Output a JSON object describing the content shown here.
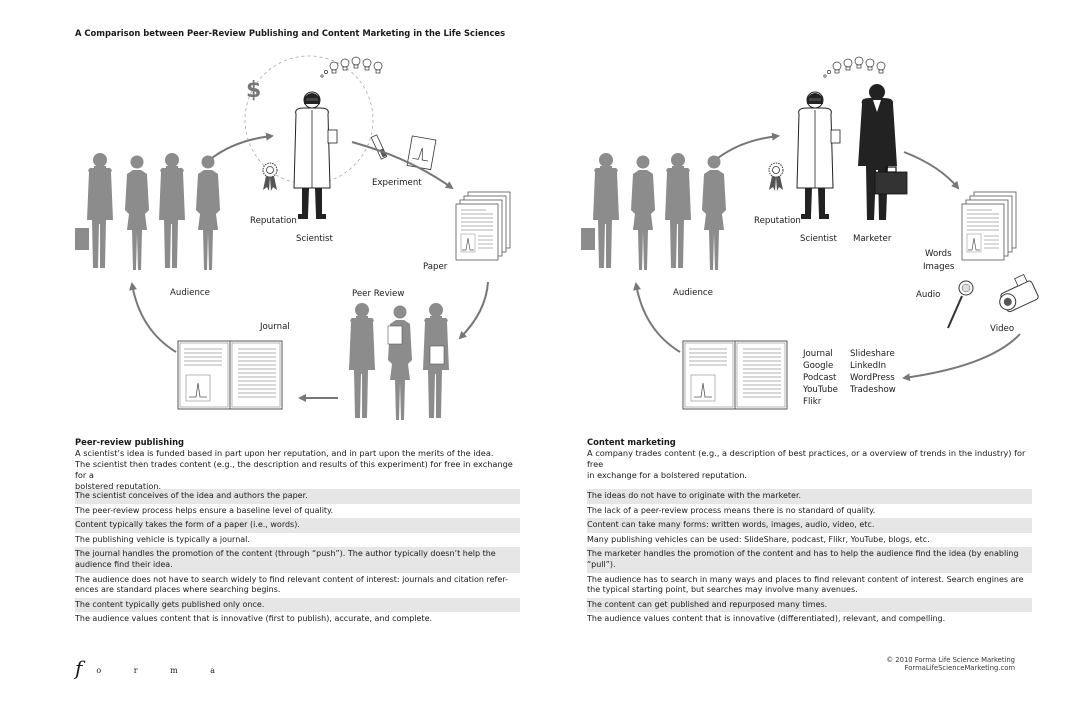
{
  "title": "A Comparison between Peer-Review Publishing and Content Marketing in the Life Sciences",
  "left_diagram": {
    "reputation": "Reputation",
    "scientist": "Scientist",
    "experiment": "Experiment",
    "paper": "Paper",
    "peer_review": "Peer Review",
    "journal": "Journal",
    "audience": "Audience",
    "dollar": "$"
  },
  "right_diagram": {
    "reputation": "Reputation",
    "scientist": "Scientist",
    "marketer": "Marketer",
    "words": "Words",
    "images": "Images",
    "audio": "Audio",
    "video": "Video",
    "audience": "Audience",
    "channels_col1": [
      "Journal",
      "Google",
      "Podcast",
      "YouTube",
      "Flikr"
    ],
    "channels_col2": [
      "Slideshare",
      "LinkedIn",
      "WordPress",
      "Tradeshow"
    ]
  },
  "peer_review": {
    "heading": "Peer-review publishing",
    "description": [
      "A scientist’s idea is funded based in part upon her reputation, and in part upon the merits of the idea.",
      "The scientist then trades content (e.g., the description and results of this experiment) for free in exchange for a",
      "bolstered reputation."
    ],
    "rows": [
      [
        "The scientist conceives of the idea and authors the paper."
      ],
      [
        "The peer-review process helps ensure a baseline level of quality."
      ],
      [
        "Content typically takes the form of a paper (i.e., words)."
      ],
      [
        "The publishing vehicle is typically a journal."
      ],
      [
        "The journal handles the promotion of the content (through “push”). The author typically doesn’t help the",
        "audience find their idea."
      ],
      [
        "The audience does not have to search widely to find relevant content of interest: journals and citation refer-",
        "ences are standard places where searching begins."
      ],
      [
        "The content typically gets published only once."
      ],
      [
        "The audience values content that is innovative (first to publish), accurate, and complete."
      ]
    ]
  },
  "content_marketing": {
    "heading": "Content marketing",
    "description": [
      "A company trades content (e.g., a description of best practices, or a overview of trends in the industry) for free",
      "in exchange for a bolstered reputation."
    ],
    "rows": [
      [
        "The ideas do not have to originate with the marketer."
      ],
      [
        "The lack of a peer-review process means there is no standard of quality."
      ],
      [
        "Content can take many forms: written words, images, audio, video, etc."
      ],
      [
        "Many publishing vehicles can be used: SlideShare, podcast, Flikr, YouTube, blogs, etc."
      ],
      [
        "The marketer handles the promotion of the content and has to help the audience find the idea (by enabling",
        "“pull”)."
      ],
      [
        "The audience has to search in many ways and places to find relevant content of interest. Search engines are",
        "the typical starting point, but searches may involve many avenues."
      ],
      [
        "The content can get published and repurposed many times."
      ],
      [
        "The audience values content that is innovative (differentiated), relevant, and compelling."
      ]
    ]
  },
  "footer": {
    "logo_f": "f",
    "logo_rest": "o r m a",
    "copyright": "© 2010 Forma Life Science Marketing",
    "url": "FormaLifeScienceMarketing.com"
  },
  "colors": {
    "figure_gray": "#8c8c8c",
    "arrow_gray": "#777777",
    "row_shade": "#e6e6e6"
  }
}
